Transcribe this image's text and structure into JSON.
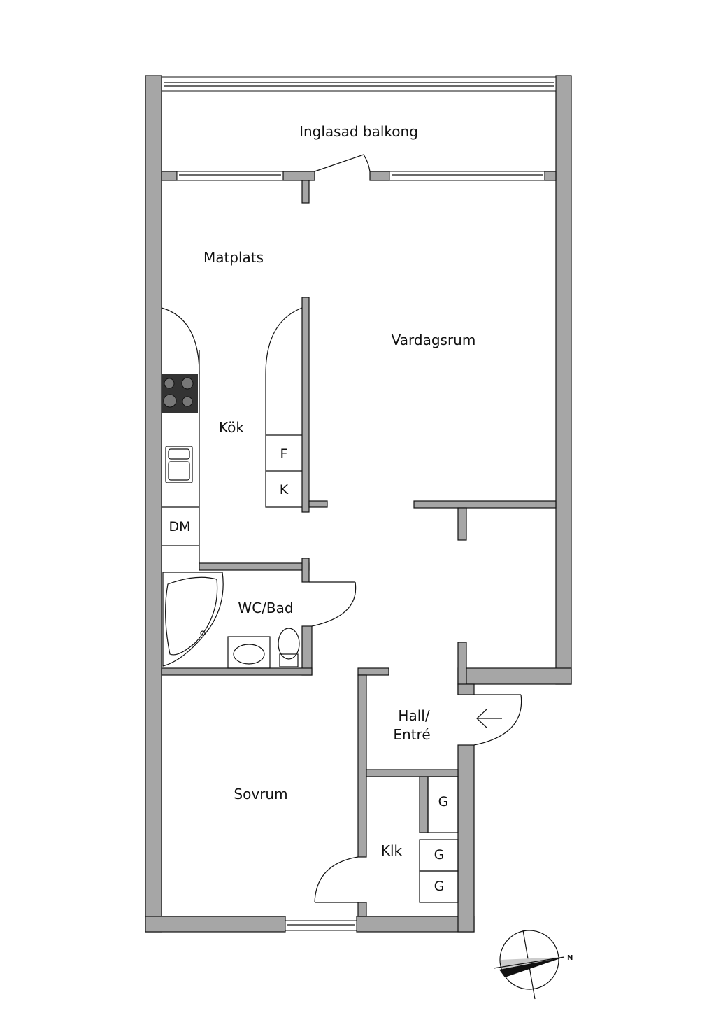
{
  "rooms": {
    "balcony": "Inglasad balkong",
    "dining": "Matplats",
    "living": "Vardagsrum",
    "kitchen": "Kök",
    "fridge": "F",
    "freezer": "K",
    "dishwasher": "DM",
    "bathroom": "WC/Bad",
    "hall_line1": "Hall/",
    "hall_line2": "Entré",
    "bedroom": "Sovrum",
    "closet": "Klk",
    "wardrobe1": "G",
    "wardrobe2": "G",
    "wardrobe3": "G"
  },
  "compass": {
    "north_label": "N"
  },
  "colors": {
    "wall": "#a6a6a6",
    "line": "#111111",
    "stove": "#333333"
  }
}
